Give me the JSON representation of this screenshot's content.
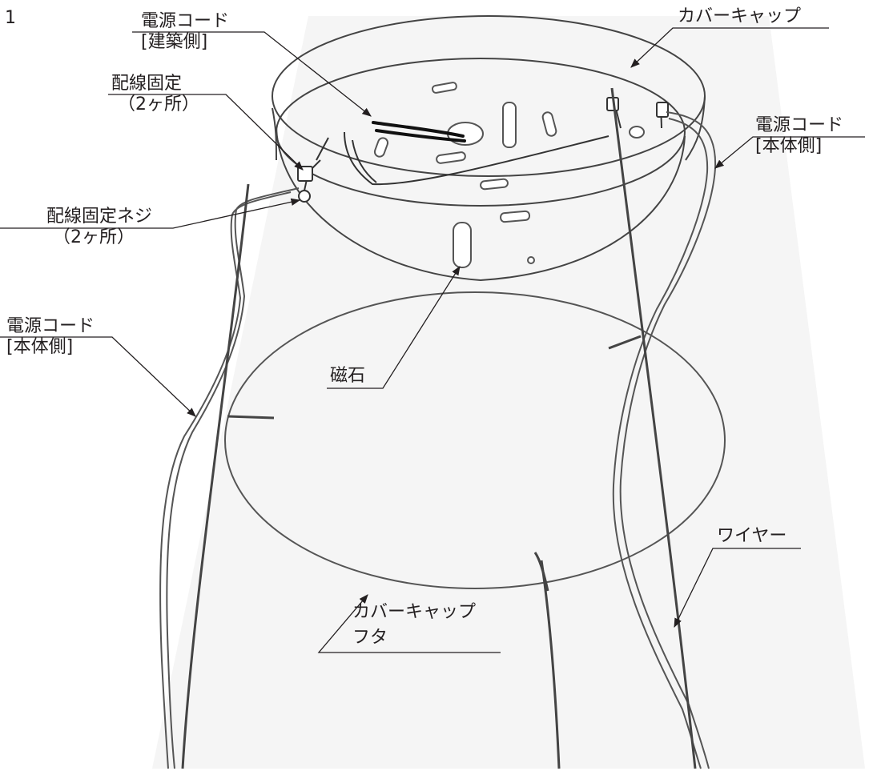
{
  "figure": {
    "page_number": "1",
    "labels": {
      "power_cord_building": [
        "電源コード",
        "[建築側]"
      ],
      "cover_cap": [
        "カバーキャップ"
      ],
      "wiring_fix": [
        "配線固定",
        "（2ヶ所）"
      ],
      "power_cord_body_right": [
        "電源コード",
        "[本体側]"
      ],
      "wiring_fix_screw": [
        "配線固定ネジ",
        "（2ヶ所）"
      ],
      "power_cord_body_left": [
        "電源コード",
        "[本体側]"
      ],
      "magnet": [
        "磁石"
      ],
      "wire": [
        "ワイヤー"
      ],
      "cover_cap_lid": [
        "カバーキャップ",
        "フタ"
      ]
    }
  }
}
